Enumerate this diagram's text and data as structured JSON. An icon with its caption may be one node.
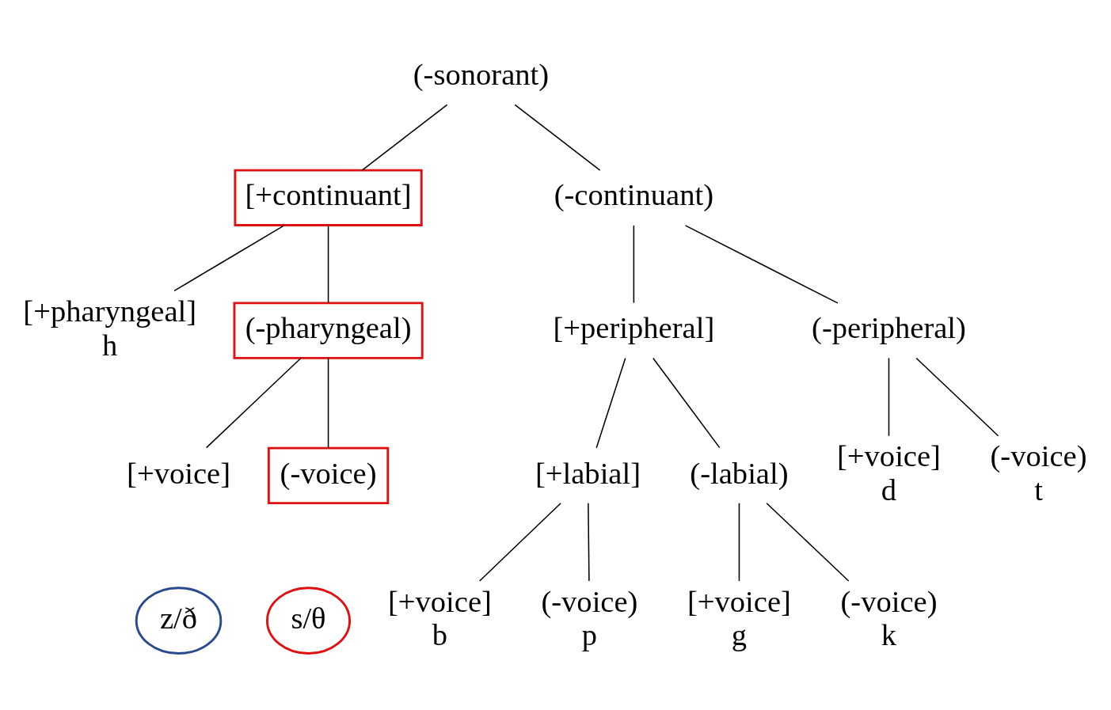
{
  "diagram": {
    "nodes": [
      {
        "text": [
          "(-sonorant)"
        ]
      },
      {
        "text": [
          "[+continuant]"
        ]
      },
      {
        "text": [
          "(-continuant)"
        ]
      },
      {
        "text": [
          "[+pharyngeal]",
          "h"
        ]
      },
      {
        "text": [
          "(-pharyngeal)"
        ]
      },
      {
        "text": [
          "[+peripheral]"
        ]
      },
      {
        "text": [
          "(-peripheral)"
        ]
      },
      {
        "text": [
          "[+voice]"
        ]
      },
      {
        "text": [
          "(-voice)"
        ]
      },
      {
        "text": [
          "z/ð"
        ]
      },
      {
        "text": [
          "s/θ"
        ]
      },
      {
        "text": [
          "[+labial]"
        ]
      },
      {
        "text": [
          "(-labial)"
        ]
      },
      {
        "text": [
          "[+voice]",
          "d"
        ]
      },
      {
        "text": [
          "(-voice)",
          "t"
        ]
      },
      {
        "text": [
          "[+voice]",
          "b"
        ]
      },
      {
        "text": [
          "(-voice)",
          "p"
        ]
      },
      {
        "text": [
          "[+voice]",
          "g"
        ]
      },
      {
        "text": [
          "(-voice)",
          "k"
        ]
      }
    ],
    "edges": [
      {
        "from": 0,
        "to": 1,
        "arrow": "none"
      },
      {
        "from": 0,
        "to": 2,
        "arrow": "none"
      },
      {
        "from": 1,
        "to": 3,
        "arrow": "none"
      },
      {
        "from": 1,
        "to": 4,
        "arrow": "none"
      },
      {
        "from": 2,
        "to": 5,
        "arrow": "none"
      },
      {
        "from": 2,
        "to": 6,
        "arrow": "none"
      },
      {
        "from": 4,
        "to": 7,
        "arrow": "none"
      },
      {
        "from": 4,
        "to": 8,
        "arrow": "none"
      },
      {
        "from": 5,
        "to": 11,
        "arrow": "none"
      },
      {
        "from": 5,
        "to": 12,
        "arrow": "none"
      },
      {
        "from": 6,
        "to": 13,
        "arrow": "none"
      },
      {
        "from": 6,
        "to": 14,
        "arrow": "none"
      },
      {
        "from": 11,
        "to": 15,
        "arrow": "none"
      },
      {
        "from": 11,
        "to": 16,
        "arrow": "none"
      },
      {
        "from": 12,
        "to": 17,
        "arrow": "none"
      },
      {
        "from": 12,
        "to": 18,
        "arrow": "none"
      }
    ]
  }
}
